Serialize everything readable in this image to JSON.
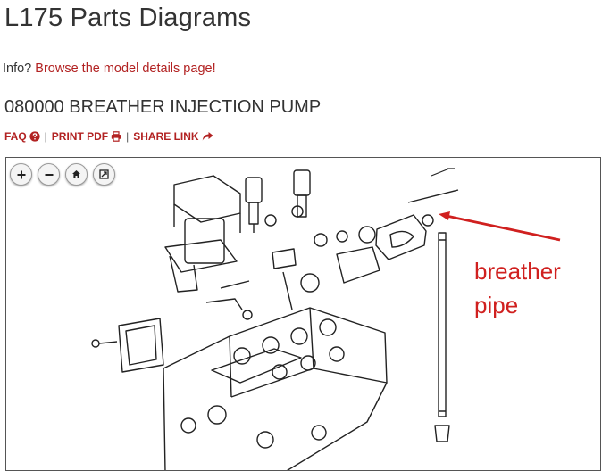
{
  "page": {
    "title": "L175 Parts Diagrams",
    "info_prefix": "Info?",
    "info_link": "Browse the model details page!",
    "diagram_title": "080000 BREATHER INJECTION PUMP"
  },
  "toolbar": {
    "faq_label": "FAQ",
    "print_label": "PRINT PDF",
    "share_label": "SHARE LINK",
    "separator": "|"
  },
  "viewer": {
    "zoom_in_icon": "plus-icon",
    "zoom_out_icon": "minus-icon",
    "home_icon": "home-icon",
    "fit_icon": "expand-icon"
  },
  "annotation": {
    "line1": "breather",
    "line2": "pipe",
    "color": "#d0201f"
  },
  "colors": {
    "link": "#b22222",
    "text": "#333333"
  }
}
